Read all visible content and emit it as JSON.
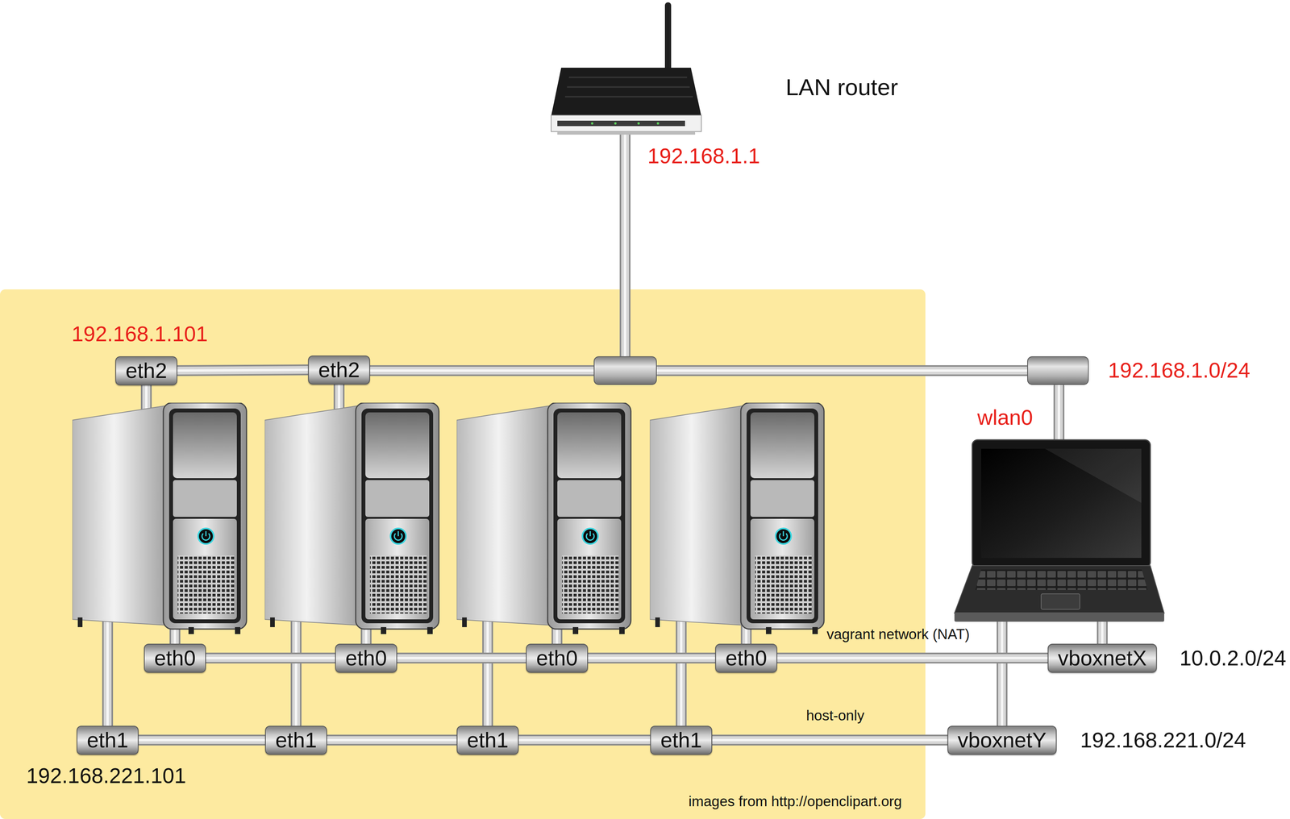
{
  "diagram": {
    "nodes": [
      {
        "text": [
          "eth2"
        ]
      },
      {
        "text": [
          "eth2"
        ]
      },
      {
        "text": [
          "eth0"
        ]
      },
      {
        "text": [
          "eth0"
        ]
      },
      {
        "text": [
          "eth0"
        ]
      },
      {
        "text": [
          "eth0"
        ]
      },
      {
        "text": [
          "vboxnetX"
        ]
      },
      {
        "text": [
          "eth1"
        ]
      },
      {
        "text": [
          "eth1"
        ]
      },
      {
        "text": [
          "eth1"
        ]
      },
      {
        "text": [
          "eth1"
        ]
      },
      {
        "text": [
          "vboxnetY"
        ]
      }
    ],
    "edges": [
      {
        "from": 0,
        "to": 1,
        "arrow": "none"
      },
      {
        "from": 2,
        "to": 3,
        "arrow": "none"
      },
      {
        "from": 3,
        "to": 4,
        "arrow": "none"
      },
      {
        "from": 4,
        "to": 5,
        "arrow": "none"
      },
      {
        "from": 5,
        "to": 6,
        "arrow": "none"
      },
      {
        "from": 7,
        "to": 8,
        "arrow": "none"
      },
      {
        "from": 8,
        "to": 9,
        "arrow": "none"
      },
      {
        "from": 9,
        "to": 10,
        "arrow": "none"
      },
      {
        "from": 10,
        "to": 11,
        "arrow": "none"
      }
    ],
    "labels": [
      "LAN router",
      "192.168.1.1",
      "192.168.1.101",
      "192.168.1.0/24",
      "wlan0",
      "vagrant network (NAT)",
      "10.0.2.0/24",
      "host-only",
      "192.168.221.0/24",
      "192.168.221.101",
      "images from http://openclipart.org"
    ]
  }
}
